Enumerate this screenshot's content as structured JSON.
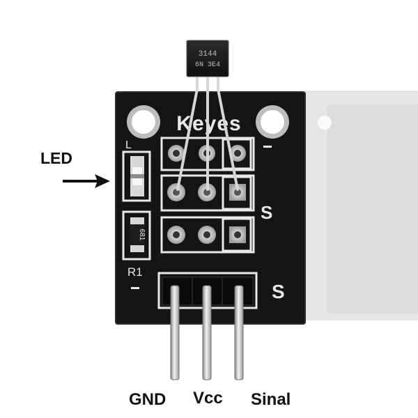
{
  "annotations": {
    "led": "LED",
    "gnd": "GND",
    "vcc": "Vcc",
    "signal": "Sinal"
  },
  "board": {
    "brand": "Keyes",
    "silk_l": "L",
    "silk_s_top": "S",
    "silk_s_bottom": "S",
    "silk_r1": "R1",
    "resistor_code": "681",
    "sensor_marking_line1": "3144",
    "sensor_marking_line2": "6N 3E4"
  },
  "colors": {
    "pcb": "#141414",
    "silkscreen": "#e8e8e8",
    "pads": "#bdbdbd",
    "pins": "#cfcfcf",
    "background": "#ffffff"
  },
  "icons": {
    "arrow": "arrow-right-icon"
  }
}
